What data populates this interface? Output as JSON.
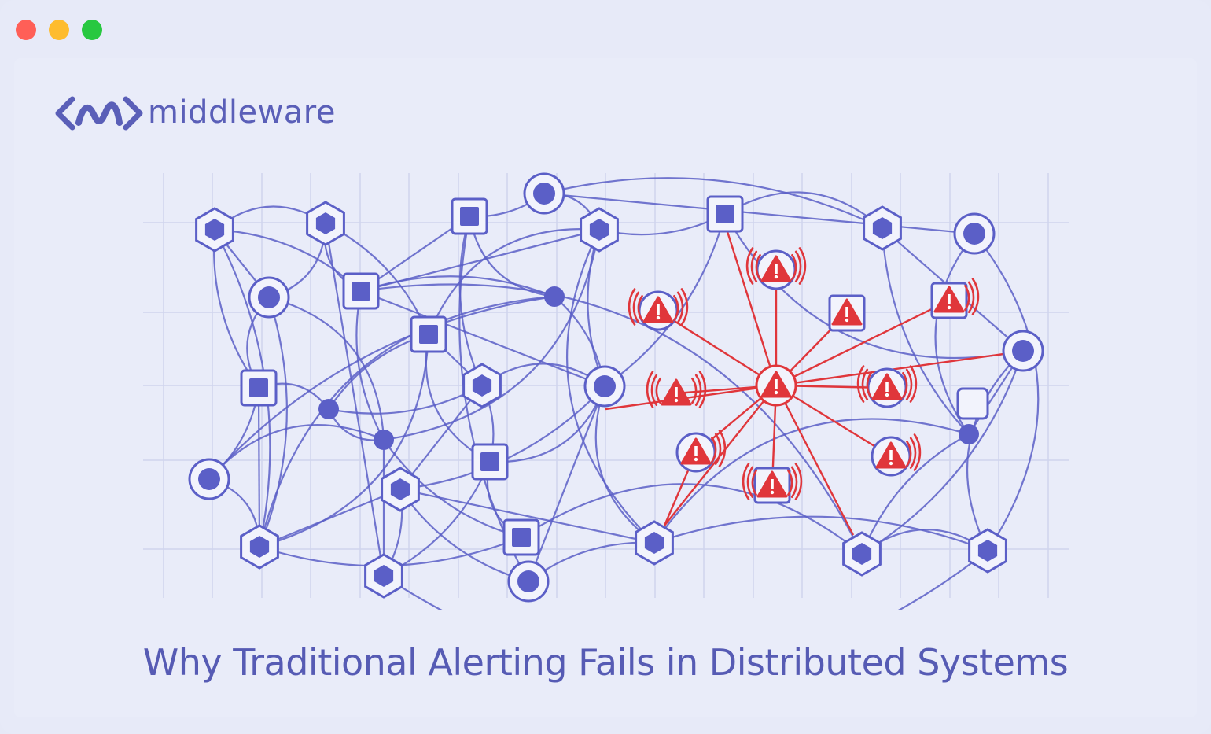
{
  "window": {
    "controls": [
      "close",
      "minimize",
      "maximize"
    ],
    "colors": {
      "close": "#ff5f57",
      "minimize": "#febc2e",
      "maximize": "#28c840"
    }
  },
  "brand": {
    "name": "middleware",
    "mark": "<w>",
    "color": "#5a5fb8"
  },
  "headline": "Why Traditional Alerting Fails in Distributed Systems",
  "illustration": {
    "normal_color": "#5b5fc7",
    "alert_color": "#e0363b",
    "alert_icon": "warning-triangle-icon"
  }
}
